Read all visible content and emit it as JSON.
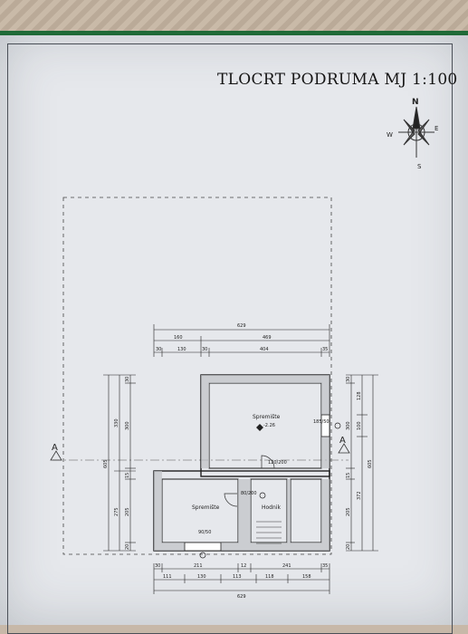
{
  "title": "TLOCRT PODRUMA  MJ 1:100",
  "compass": {
    "n": "N",
    "e": "E",
    "s": "S",
    "w": "W"
  },
  "section_marks": {
    "left": "A",
    "right": "A"
  },
  "rooms": [
    {
      "name": "Spremište",
      "level": "-2.26"
    },
    {
      "name": "Spremište"
    },
    {
      "name": "Hodnik"
    }
  ],
  "top_dims": {
    "row1": [
      "629"
    ],
    "row2": [
      "160",
      "469"
    ],
    "row3": [
      "30",
      "130",
      "30",
      "404",
      "35"
    ]
  },
  "bottom_dims": {
    "row1": [
      "30",
      "211",
      "12",
      "241",
      "35"
    ],
    "row2": [
      "111",
      "130",
      "113",
      "118",
      "158"
    ],
    "row3": [
      "629"
    ]
  },
  "left_dims": {
    "outer": [
      "605"
    ],
    "mid": [
      "330",
      "275"
    ],
    "inner": [
      "30",
      "300",
      "15",
      "205",
      "20"
    ]
  },
  "right_dims": {
    "outer": [
      "605"
    ],
    "mid": [
      "128",
      "100",
      "372"
    ],
    "inner": [
      "30",
      "300",
      "15",
      "205",
      "20"
    ]
  },
  "openings": [
    "185/50",
    "120/200",
    "80/200",
    "90/50"
  ]
}
